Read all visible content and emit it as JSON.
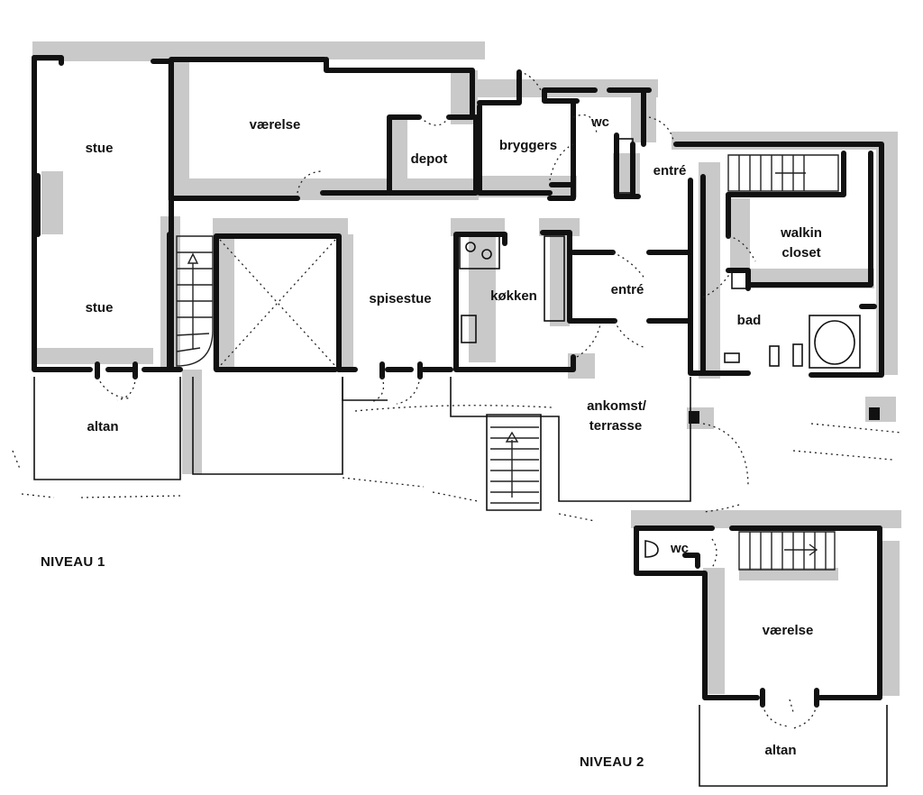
{
  "levels": [
    {
      "label": "NIVEAU 1"
    },
    {
      "label": "NIVEAU 2"
    }
  ],
  "rooms": [
    {
      "label": "stue"
    },
    {
      "label": "stue"
    },
    {
      "label": "værelse"
    },
    {
      "label": "depot"
    },
    {
      "label": "bryggers"
    },
    {
      "label": "wc"
    },
    {
      "label": "entré"
    },
    {
      "label": "walkin"
    },
    {
      "label": "closet"
    },
    {
      "label": "spisestue"
    },
    {
      "label": "køkken"
    },
    {
      "label": "entré"
    },
    {
      "label": "bad"
    },
    {
      "label": "altan"
    },
    {
      "label": "ankomst/"
    },
    {
      "label": "terrasse"
    },
    {
      "label": "wc"
    },
    {
      "label": "værelse"
    },
    {
      "label": "altan"
    }
  ]
}
